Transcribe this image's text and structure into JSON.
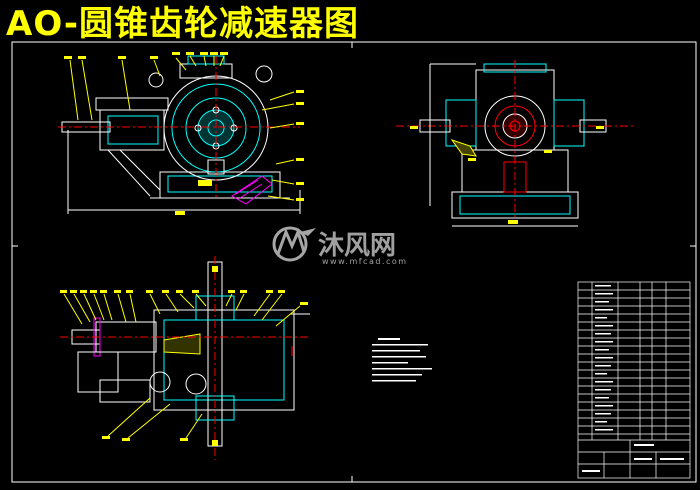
{
  "title": "AO-圆锥齿轮减速器图",
  "watermark": {
    "name": "沐风网",
    "url": "www.mfcad.com"
  },
  "colors": {
    "background": "#000000",
    "title": "#ffff00",
    "frame": "#ffffff",
    "drawing_main": "#00ffff",
    "drawing_red": "#ff0000",
    "drawing_yellow": "#ffff00",
    "drawing_magenta": "#ff00ff",
    "watermark": "#c8c8c8"
  }
}
